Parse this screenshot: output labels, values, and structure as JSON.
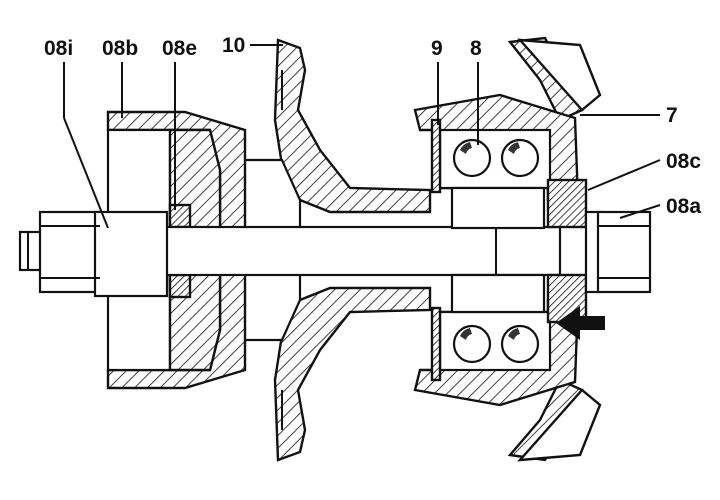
{
  "labels": {
    "l08i": "08i",
    "l08b": "08b",
    "l08e": "08e",
    "l10": "10",
    "l9": "9",
    "l8": "8",
    "l7": "7",
    "l08c": "08c",
    "l08a": "08a"
  },
  "colors": {
    "ink": "#111111",
    "paper": "#ffffff"
  }
}
